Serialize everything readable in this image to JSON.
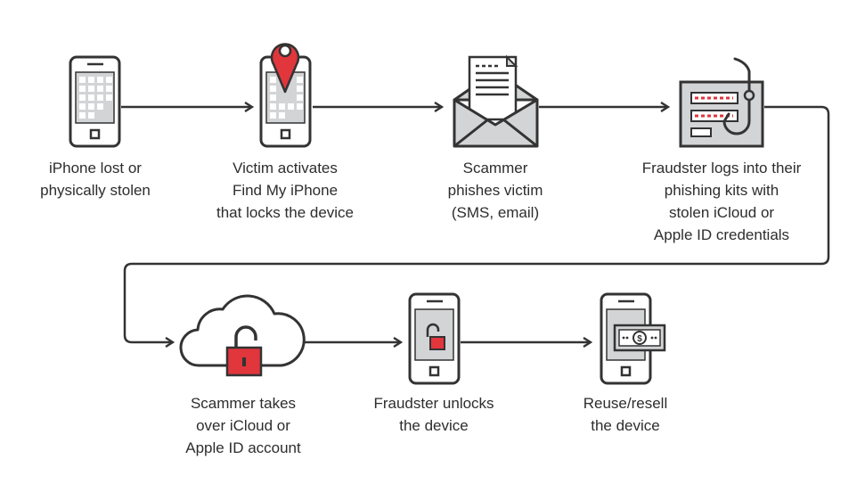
{
  "colors": {
    "stroke": "#333333",
    "screen": "#d2d4d6",
    "grid": "#ffffff",
    "accent": "#e0363c",
    "paper": "#ffffff"
  },
  "steps": [
    {
      "icon": "iphone-icon",
      "lines": [
        "iPhone lost or",
        "physically stolen"
      ]
    },
    {
      "icon": "iphone-location-pin-icon",
      "lines": [
        "Victim activates",
        "Find My iPhone",
        "that locks the device"
      ]
    },
    {
      "icon": "phishing-envelope-icon",
      "lines": [
        "Scammer",
        "phishes victim",
        "(SMS, email)"
      ]
    },
    {
      "icon": "phishing-kit-hook-icon",
      "lines": [
        "Fraudster logs into their",
        "phishing kits with",
        "stolen iCloud or",
        "Apple ID credentials"
      ]
    },
    {
      "icon": "cloud-padlock-icon",
      "lines": [
        "Scammer takes",
        "over iCloud or",
        "Apple ID account"
      ]
    },
    {
      "icon": "iphone-unlocked-icon",
      "lines": [
        "Fraudster unlocks",
        "the device"
      ]
    },
    {
      "icon": "iphone-cash-icon",
      "lines": [
        "Reuse/resell",
        "the device"
      ]
    }
  ]
}
